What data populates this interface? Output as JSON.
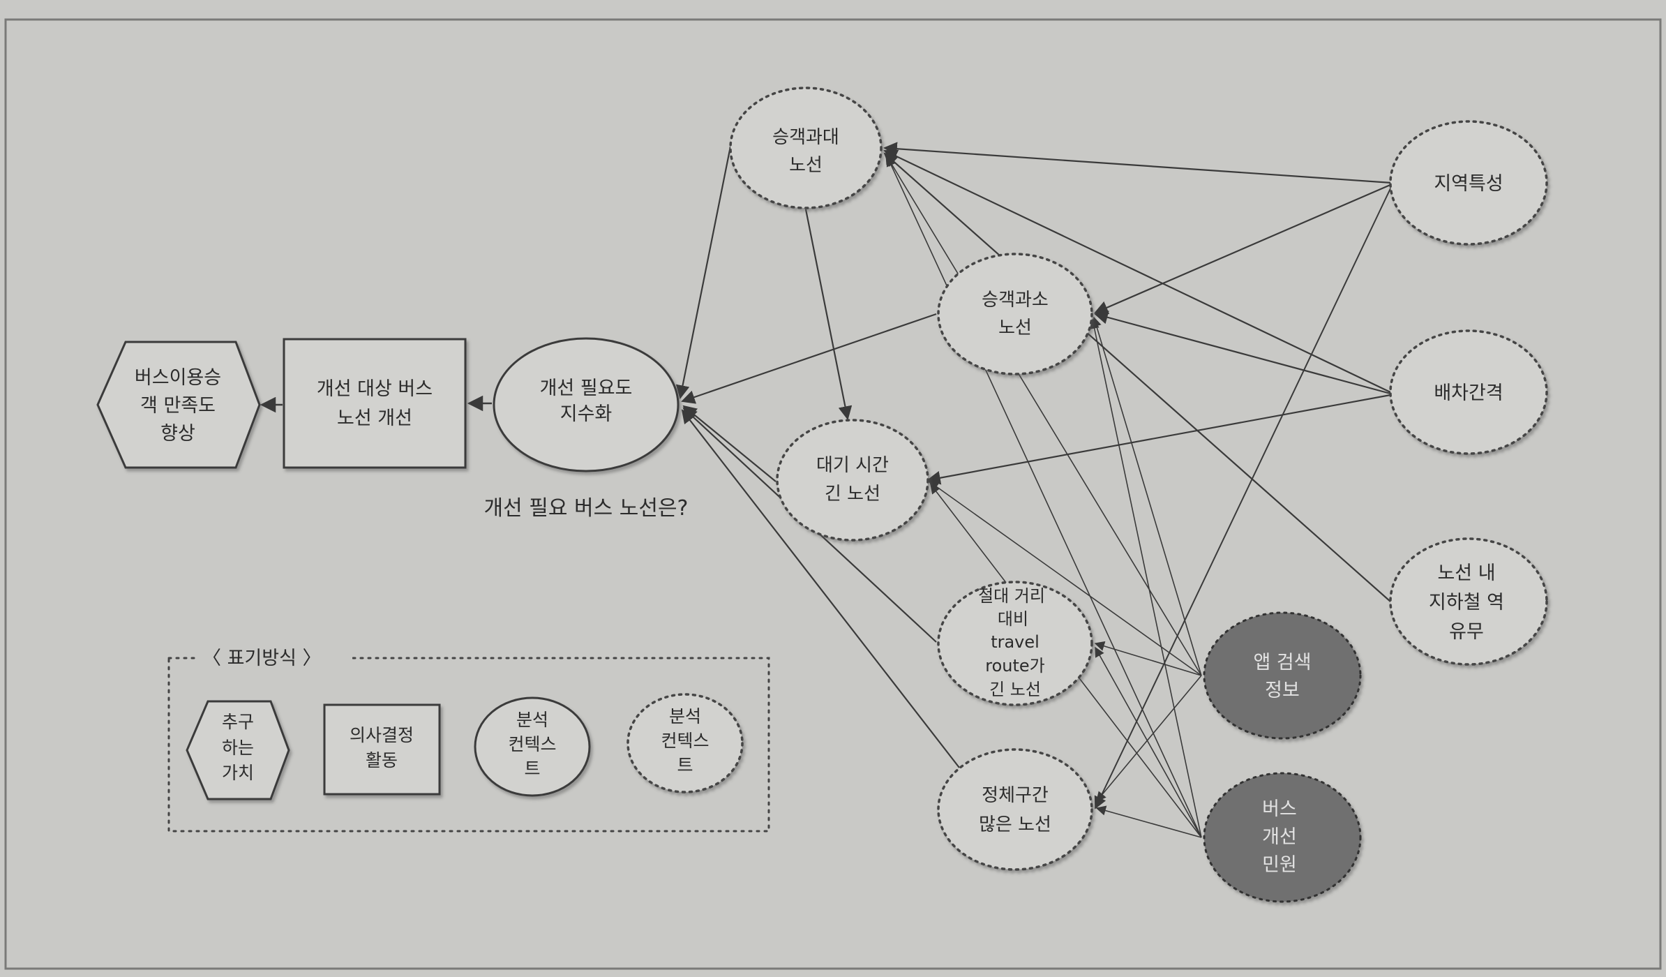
{
  "question": "개선 필요 버스 노선은?",
  "nodes": {
    "value_goal": [
      "버스이용승",
      "객 만족도",
      "향상"
    ],
    "decision": [
      "개선 대상 버스",
      "노선 개선"
    ],
    "index": [
      "개선 필요도",
      "지수화"
    ],
    "overcrowded": [
      "승객과대",
      "노선"
    ],
    "underused": [
      "승객과소",
      "노선"
    ],
    "long_wait": [
      "대기 시간",
      "긴 노선"
    ],
    "long_route": [
      "절대 거리",
      "대비",
      "travel",
      "route가",
      "긴 노선"
    ],
    "congestion": [
      "정체구간",
      "많은 노선"
    ],
    "regional": [
      "지역특성"
    ],
    "interval": [
      "배차간격"
    ],
    "subway": [
      "노선 내",
      "지하철 역",
      "유무"
    ],
    "app_search": [
      "앱 검색",
      "정보"
    ],
    "complaints": [
      "버스",
      "개선",
      "민원"
    ]
  },
  "legend": {
    "title": "〈 표기방식 〉",
    "value": [
      "추구",
      "하는",
      "가치"
    ],
    "decision": [
      "의사결정",
      "활동"
    ],
    "context": [
      "분석",
      "컨텍스",
      "트"
    ],
    "context_dotted": [
      "분석",
      "컨텍스",
      "트"
    ]
  },
  "colors": {
    "background": "#c9c9c6",
    "line": "#3a3a3a",
    "data_node": "#6f6f6f",
    "text": "#2b2b2b"
  }
}
